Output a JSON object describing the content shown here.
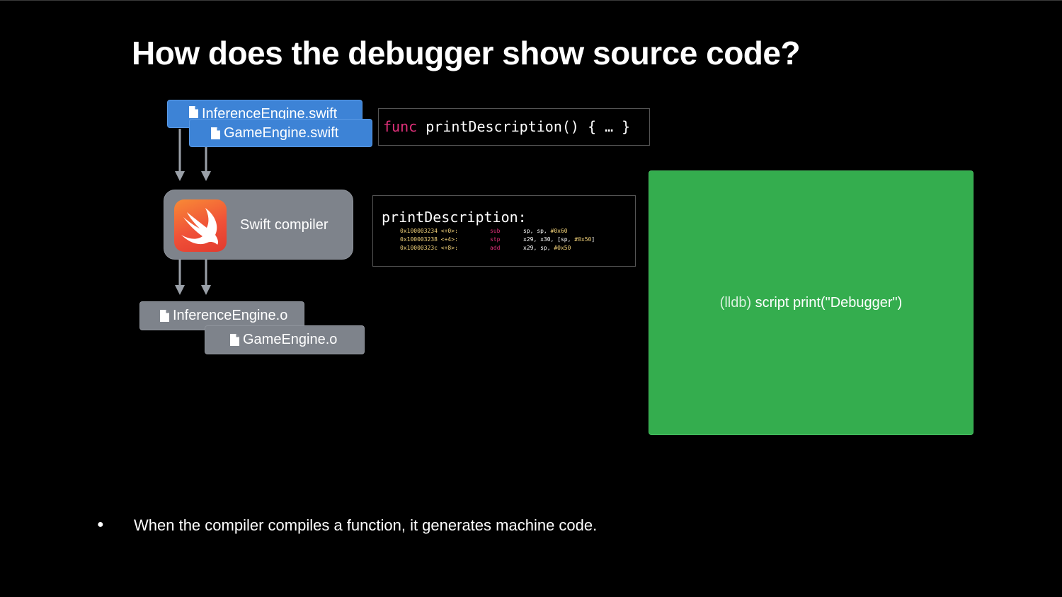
{
  "slide": {
    "title": "How does the debugger show source code?",
    "source_files": [
      {
        "name": "InferenceEngine.swift"
      },
      {
        "name": "GameEngine.swift"
      }
    ],
    "compiler": {
      "label": "Swift compiler",
      "icon": "swift-logo-icon"
    },
    "object_files": [
      {
        "name": "InferenceEngine.o"
      },
      {
        "name": "GameEngine.o"
      }
    ],
    "source_code": {
      "keyword": "func",
      "rest": "printDescription() { … }"
    },
    "assembly": {
      "label": "printDescription:",
      "rows": [
        {
          "addr": "0x100003234 <+0>:",
          "op": "sub",
          "args_pre": "sp, sp, ",
          "num1": "#0x60",
          "args_post": ""
        },
        {
          "addr": "0x100003238 <+4>:",
          "op": "stp",
          "args_pre": "x29, x30, [sp, ",
          "num1": "#0x50",
          "args_post": "]"
        },
        {
          "addr": "0x10000323c <+8>:",
          "op": "add",
          "args_pre": "x29, sp, ",
          "num1": "#0x50",
          "args_post": ""
        }
      ]
    },
    "lldb": {
      "prompt": "(lldb)",
      "command": " script print(",
      "arg": "\"Debugger\"",
      "close": ")"
    },
    "bullets": [
      "When the compiler compiles a function, it generates machine code."
    ],
    "colors": {
      "background": "#000000",
      "file_blue": "#3d83d6",
      "file_gray": "#7e838b",
      "keyword_pink": "#e0307a",
      "panel_green": "#34ad4e",
      "swift_orange": "#f05138"
    }
  }
}
